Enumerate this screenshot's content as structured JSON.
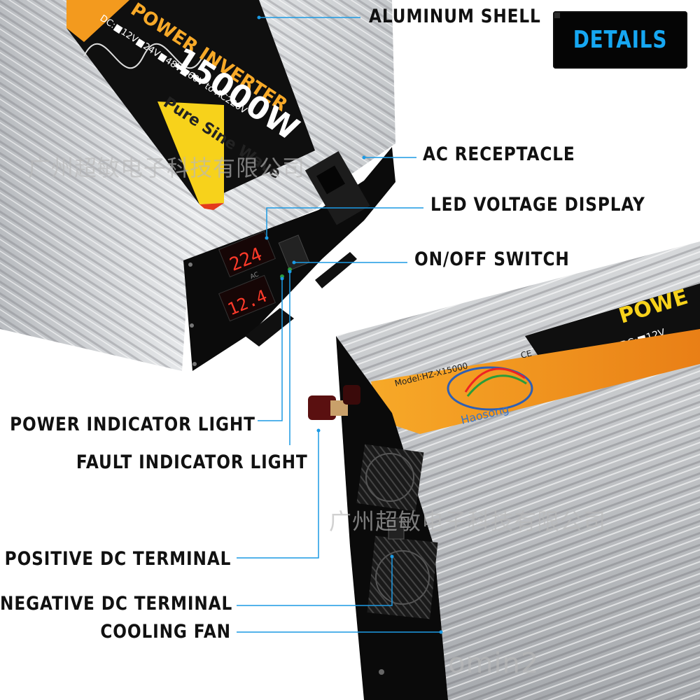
{
  "header": {
    "details_badge": "DETAILS"
  },
  "callouts": {
    "aluminum_shell": "ALUMINUM SHELL",
    "ac_receptacle": "AC RECEPTACLE",
    "led_voltage_display": "LED VOLTAGE DISPLAY",
    "on_off_switch": "ON/OFF SWITCH",
    "power_indicator_light": "POWER INDICATOR LIGHT",
    "fault_indicator_light": "FAULT INDICATOR LIGHT",
    "positive_dc_terminal": "POSITIVE DC TERMINAL",
    "negative_dc_terminal": "NEGATIVE DC TERMINAL",
    "cooling_fan": "COOLING FAN"
  },
  "product_top": {
    "title": "POWER INVERTER",
    "wattage": "15000W",
    "dc_line": "DC:■12V■24V■48V■60V to AC220V",
    "sine_text": "Pure Sine Wave",
    "display_ac": "224",
    "display_ac_unit": "AC",
    "display_dc": "12.4"
  },
  "product_bottom": {
    "title": "POWE",
    "dc_line": "DC:■12V",
    "model": "Model:HZ-X15000",
    "marks": "CE",
    "brand": "Haosong"
  },
  "watermarks": {
    "company_1": "广州超敏电子科技有限公司",
    "company_2": "广州超敏电子科技有限公司",
    "bottom": "omin2"
  },
  "colors": {
    "callout_line": "#1c9ae3",
    "badge_text": "#16a7f2",
    "badge_bg": "#050505",
    "label_orange": "#f39a1e",
    "label_yellow": "#f7d21b",
    "led_red": "#ff3a2a"
  }
}
